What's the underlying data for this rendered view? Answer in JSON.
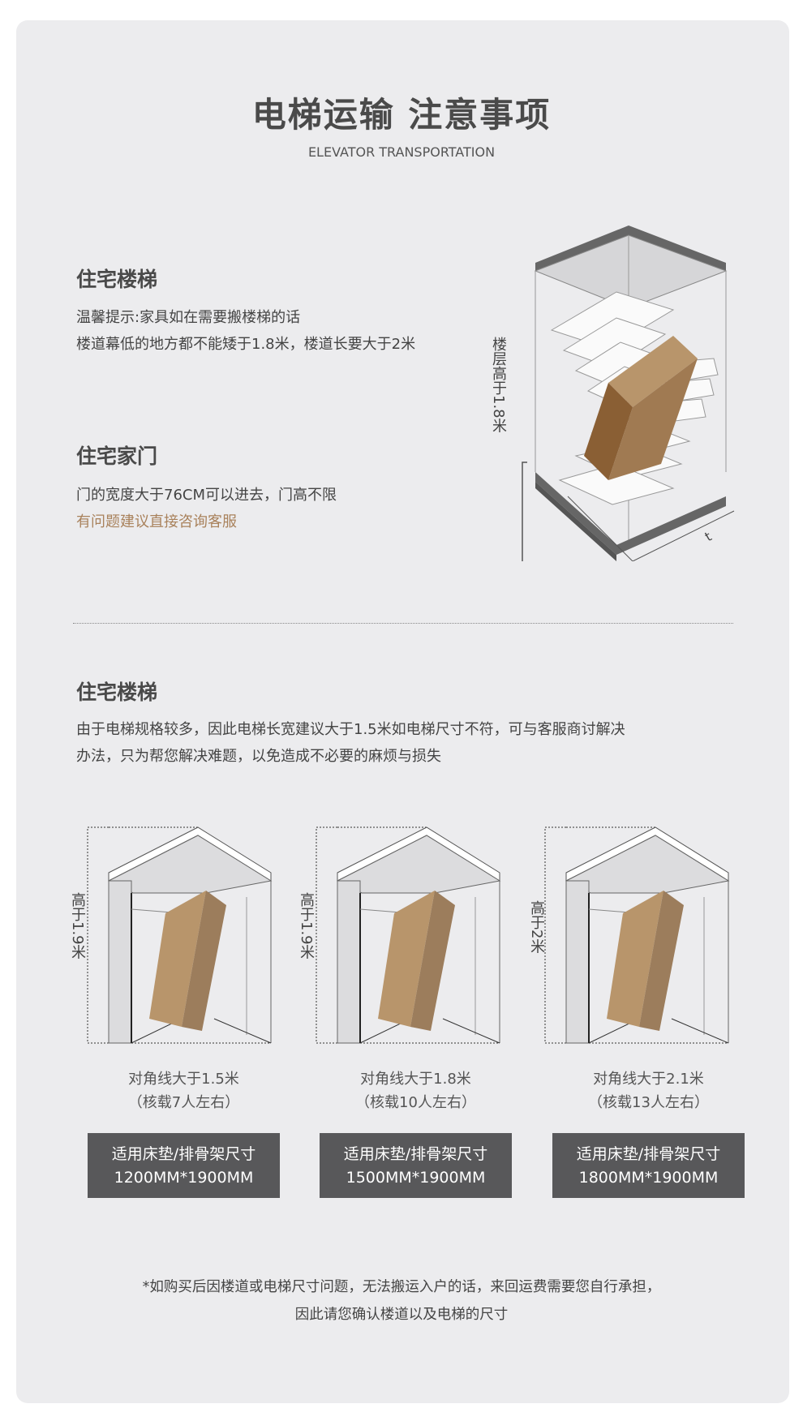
{
  "header": {
    "title": "电梯运输 注意事项",
    "subtitle": "ELEVATOR TRANSPORTATION"
  },
  "stairs_section": {
    "heading": "住宅楼梯",
    "lines": [
      "温馨提示:家具如在需要搬楼梯的话",
      "楼道幕低的地方都不能矮于1.8米，楼道长要大于2米"
    ],
    "illustration_label": "楼层高于1.8米",
    "illustration_mark": "t"
  },
  "door_section": {
    "heading": "住宅家门",
    "line": "门的宽度大于76CM可以进去，门高不限",
    "accent_line": "有问题建议直接咨询客服"
  },
  "elevator_section": {
    "heading": "住宅楼梯",
    "lines": [
      "由于电梯规格较多，因此电梯长宽建议大于1.5米如电梯尺寸不符，可与客服商讨解决",
      "办法，只为帮您解决难题，以免造成不必要的麻烦与损失"
    ],
    "elevators": [
      {
        "height_label": "高于1.9米",
        "diagonal": "对角线大于1.5米",
        "capacity": "（核载7人左右）",
        "box_title": "适用床垫/排骨架尺寸",
        "box_size": "1200MM*1900MM"
      },
      {
        "height_label": "高于1.9米",
        "diagonal": "对角线大于1.8米",
        "capacity": "（核载10人左右）",
        "box_title": "适用床垫/排骨架尺寸",
        "box_size": "1500MM*1900MM"
      },
      {
        "height_label": "高于2米",
        "diagonal": "对角线大于2.1米",
        "capacity": "（核载13人左右）",
        "box_title": "适用床垫/排骨架尺寸",
        "box_size": "1800MM*1900MM"
      }
    ]
  },
  "footer": {
    "lines": [
      "*如购买后因楼道或电梯尺寸问题，无法搬运入户的话，来回运费需要您自行承担，",
      "因此请您确认楼道以及电梯的尺寸"
    ]
  },
  "colors": {
    "accent": "#a9825c",
    "box": "#58585a",
    "card": "#ececee",
    "cardboard": "#b8956b"
  }
}
